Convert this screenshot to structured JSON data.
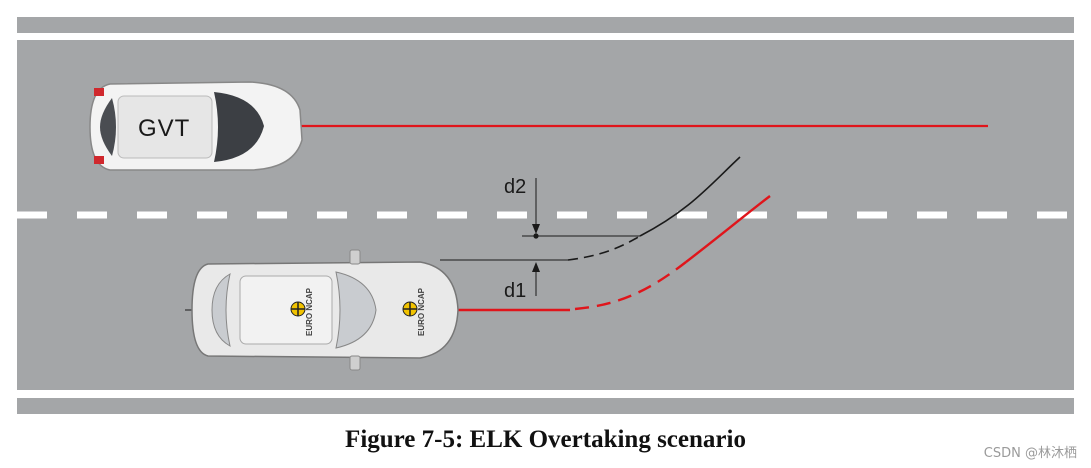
{
  "diagram": {
    "gvt_label": "GVT",
    "d1_label": "d1",
    "d2_label": "d2",
    "euro_ncap_label": "EURO NCAP"
  },
  "caption": "Figure 7-5: ELK Overtaking scenario",
  "watermark": "CSDN @林沐栖",
  "colors": {
    "road": "#a4a6a8",
    "lane_marking": "#ffffff",
    "path_red": "#e0151b",
    "path_black": "#1a1a1a"
  }
}
